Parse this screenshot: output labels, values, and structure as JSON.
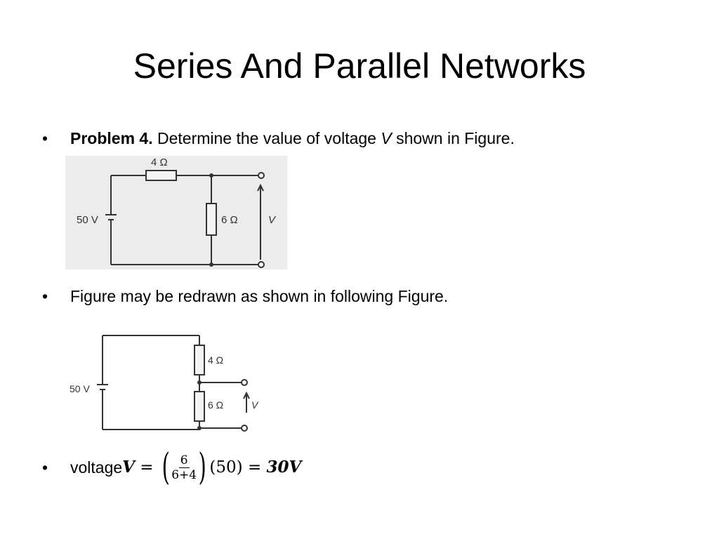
{
  "slide": {
    "title": "Series And Parallel Networks",
    "bullet_glyph": "•",
    "bullet1": {
      "bold": "Problem 4.",
      "pre": " Determine the value of voltage ",
      "var": "V",
      "post": " shown in Figure."
    },
    "bullet2": {
      "text": "Figure may be redrawn as shown in following Figure."
    },
    "bullet3": {
      "label": "voltage ",
      "lhs": "V",
      "eq1": " = ",
      "num": "6",
      "den": "6+4",
      "mult": "(50)",
      "eq2": " = ",
      "result": "30V"
    },
    "figure1": {
      "r1": "4 Ω",
      "r2": "6 Ω",
      "source": "50 V",
      "output": "V"
    },
    "figure2": {
      "r1": "4 Ω",
      "r2": "6 Ω",
      "source": "50 V",
      "output": "V"
    }
  }
}
